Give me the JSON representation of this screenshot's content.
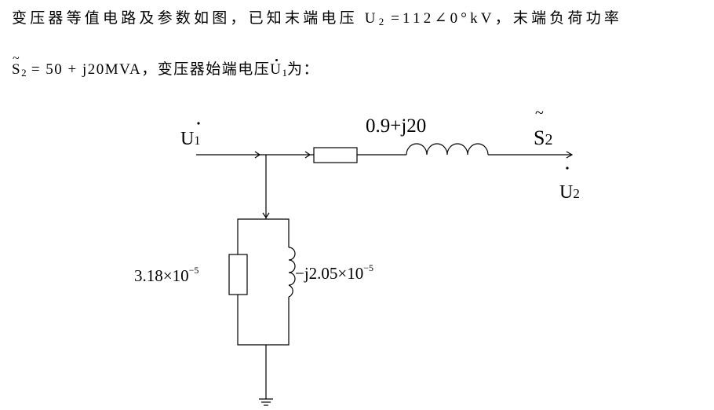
{
  "problem": {
    "line1_prefix": "变压器等值电路及参数如图，已知末端电压",
    "line1_u2": "U",
    "line1_u2_sub": "2",
    "line1_u2_value": "=112∠0°kV",
    "line1_suffix": "，末端负荷功率",
    "line2_s2": "S",
    "line2_s2_sub": "2",
    "line2_s2_value": "= 50 + j20MVA",
    "line2_middle": "，变压器始端电压",
    "line2_u1": "U",
    "line2_u1_sub": "1",
    "line2_suffix": "为："
  },
  "diagram": {
    "u1_label": "U",
    "u1_sub": "1",
    "series_impedance": "0.9+j20",
    "s2_label": "S",
    "s2_sub": "2",
    "u2_label": "U",
    "u2_sub": "2",
    "shunt_conductance": "3.18×10",
    "shunt_conductance_exp": "−5",
    "shunt_susceptance": "−j2.05×10",
    "shunt_susceptance_exp": "−5"
  }
}
